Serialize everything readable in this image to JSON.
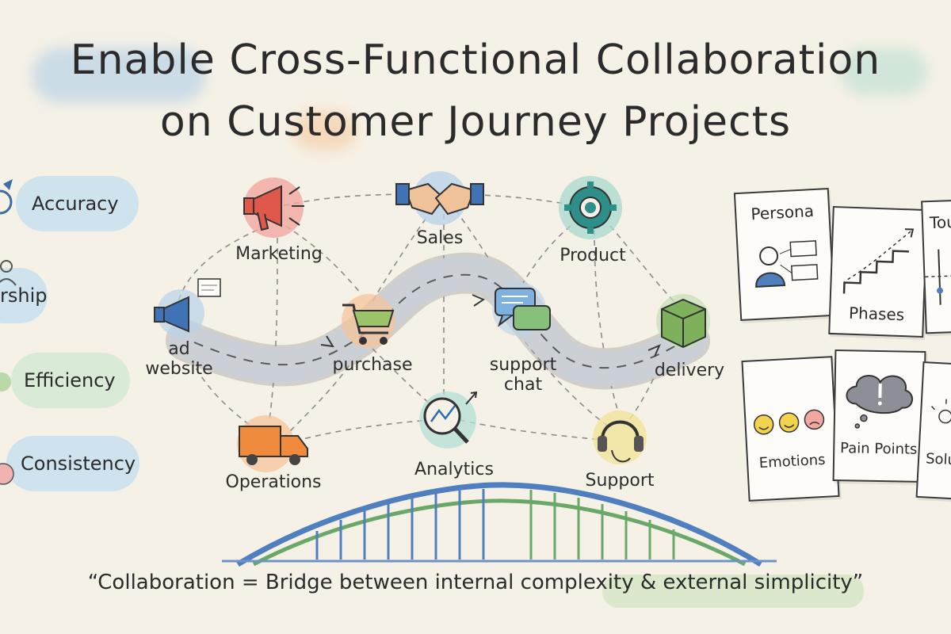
{
  "title": {
    "line1": "Enable Cross-Functional Collaboration",
    "line2": "on Customer Journey Projects"
  },
  "values": [
    {
      "label": "Accuracy",
      "color": "#cfe3ef"
    },
    {
      "label": "rship",
      "color": "#cfe3ef"
    },
    {
      "label": "Efficiency",
      "color": "#d9ead6"
    },
    {
      "label": "Consistency",
      "color": "#cfe3ef"
    }
  ],
  "teams": [
    {
      "label": "Marketing",
      "icon": "megaphone-icon",
      "color": "#f2a7a0"
    },
    {
      "label": "Sales",
      "icon": "handshake-icon",
      "color": "#b9d3ea"
    },
    {
      "label": "Product",
      "icon": "gear-icon",
      "color": "#a8d8cf"
    },
    {
      "label": "Operations",
      "icon": "truck-icon",
      "color": "#f6c49a"
    },
    {
      "label": "Analytics",
      "icon": "magnifier-chart-icon",
      "color": "#b3dfd6"
    },
    {
      "label": "Support",
      "icon": "headset-icon",
      "color": "#f3e49a"
    }
  ],
  "journey": [
    {
      "label": "ad\nwebsite",
      "icon": "megaphone-browser-icon"
    },
    {
      "label": "purchase",
      "icon": "shopping-cart-icon"
    },
    {
      "label": "support\nchat",
      "icon": "chat-bubbles-icon"
    },
    {
      "label": "delivery",
      "icon": "box-icon"
    }
  ],
  "cards": [
    {
      "label": "Persona",
      "icon": "person-tags-icon"
    },
    {
      "label": "Phases",
      "icon": "stairs-icon"
    },
    {
      "label": "Tou",
      "icon": "timeline-icon"
    },
    {
      "label": "Emotions",
      "icon": "emoji-faces-icon"
    },
    {
      "label": "Pain Points",
      "icon": "thought-cloud-icon"
    },
    {
      "label": "Solu",
      "icon": "lightbulb-icon"
    }
  ],
  "quote": "“Collaboration = Bridge between internal complexity & external simplicity”",
  "colors": {
    "background": "#f6f1e6",
    "road": "#c9cdd2",
    "bridge_blue": "#4f7fbf",
    "bridge_green": "#6aa86a",
    "ink": "#2b2b2b"
  }
}
